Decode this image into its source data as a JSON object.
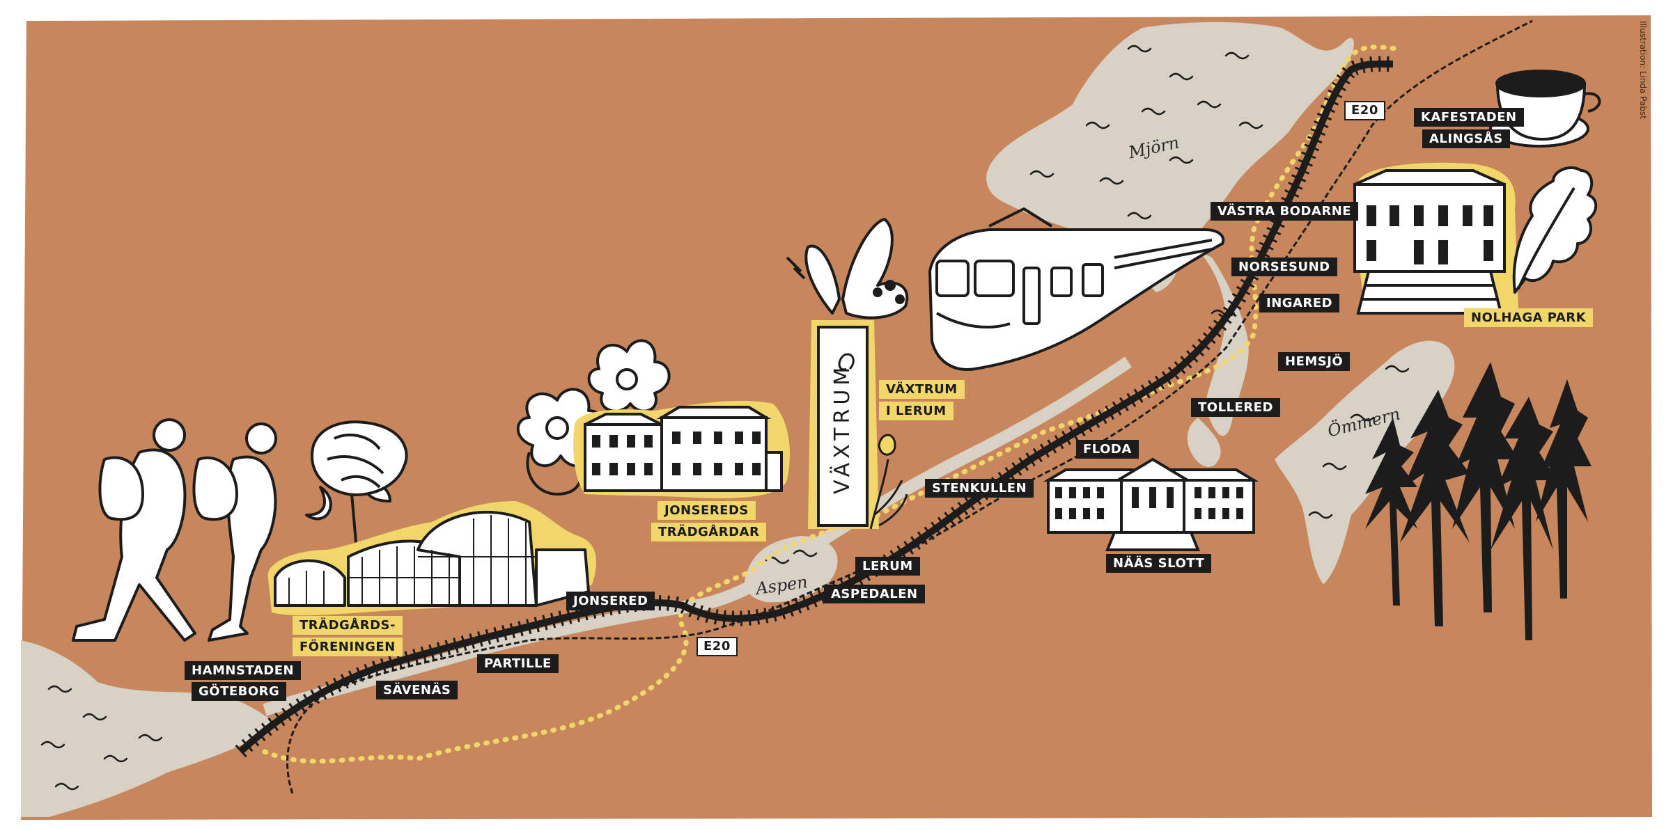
{
  "credit": "Illustration: Linda Pabst",
  "colors": {
    "land": "#c8865c",
    "water": "#d8d2c6",
    "railway": "#1c1c1c",
    "trail": "#f1d76a",
    "road": "#1c1c1c",
    "ink": "#1c1c1c"
  },
  "lakes": {
    "mjorn": "Mjörn",
    "aspen": "Aspen",
    "ommern": "Ömmern"
  },
  "roads": {
    "e20_north": "E20",
    "e20_south": "E20"
  },
  "vaxtrum_sign": "VÄXTRUM",
  "stations": [
    {
      "id": "savenas",
      "label": "SÄVENÄS"
    },
    {
      "id": "partille",
      "label": "PARTILLE"
    },
    {
      "id": "jonsered",
      "label": "JONSERED"
    },
    {
      "id": "aspedalen",
      "label": "ASPEDALEN"
    },
    {
      "id": "lerum",
      "label": "LERUM"
    },
    {
      "id": "stenkullen",
      "label": "STENKULLEN"
    },
    {
      "id": "floda",
      "label": "FLODA"
    },
    {
      "id": "tollered",
      "label": "TOLLERED"
    },
    {
      "id": "hemsjo",
      "label": "HEMSJÖ"
    },
    {
      "id": "ingared",
      "label": "INGARED"
    },
    {
      "id": "norsesund",
      "label": "NORSESUND"
    },
    {
      "id": "vastra_bodarne",
      "label": "VÄSTRA BODARNE"
    }
  ],
  "hamnstaden": {
    "line1": "HAMNSTADEN",
    "line2": "GÖTEBORG"
  },
  "nass": "NÄÄS SLOTT",
  "kafestaden": {
    "line1": "KAFESTADEN",
    "line2": "ALINGSÅS"
  },
  "attractions": {
    "tradgards_line1": "TRÄDGÅRDS-",
    "tradgards_line2": "FÖRENINGEN",
    "jonsereds_line1": "JONSEREDS",
    "jonsereds_line2": "TRÄDGÅRDAR",
    "vaxtrum_line1": "VÄXTRUM",
    "vaxtrum_line2": "I LERUM",
    "nolhaga": "NOLHAGA PARK"
  }
}
